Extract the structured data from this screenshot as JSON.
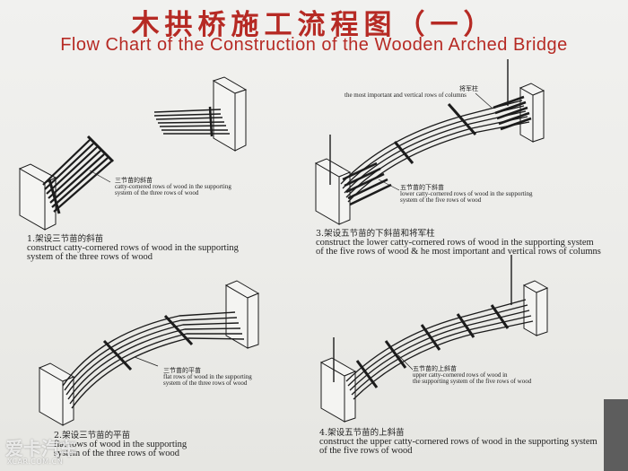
{
  "title": {
    "chinese": "木拱桥施工流程图（一）",
    "english": "Flow Chart of the Construction of the Wooden Arched Bridge"
  },
  "steps": [
    {
      "heading": "1.架设三节苗的斜苗",
      "caption_line1": "construct catty-cornered rows of wood in the supporting",
      "caption_line2": "system of the three rows of wood",
      "callout_cn": "三节苗的斜苗",
      "callout_line1": "catty-cornered rows of wood in the supporting",
      "callout_line2": "system of the three rows of wood"
    },
    {
      "heading": "2.架设三节苗的平苗",
      "caption_line1": "flat rows of wood in the supporting",
      "caption_line2": "system of the three rows of wood",
      "callout_cn": "三节苗的平苗",
      "callout_line1": "flat rows of wood in the supporting",
      "callout_line2": "system of the three rows of wood"
    },
    {
      "heading": "3.架设五节苗的下斜苗和将军柱",
      "caption_line1": "construct the lower catty-cornered rows of wood in the supporting system",
      "caption_line2": "of the five rows of wood & he most important and vertical rows of columns",
      "callout_cn": "五节苗的下斜苗",
      "callout_line1": "lower catty-cornered rows of wood in the supporting",
      "callout_line2": "system of the five rows of wood",
      "top_callout_cn": "将军柱",
      "top_callout_line1": "the most important and vertical rows of columns"
    },
    {
      "heading": "4.架设五节苗的上斜苗",
      "caption_line1": "construct the upper catty-cornered rows of wood in the supporting system",
      "caption_line2": "of the five rows of wood",
      "callout_cn": "五节苗的上斜苗",
      "callout_line1": "upper catty-cornered rows of wood in",
      "callout_line2": "the supporting system of the five rows of wood"
    }
  ],
  "watermark": {
    "brand": "爱卡汽车",
    "url": "XCAR.COM.CN"
  },
  "colors": {
    "title": "#b62a24",
    "ink": "#1c1c1c",
    "board": "#efefec"
  }
}
